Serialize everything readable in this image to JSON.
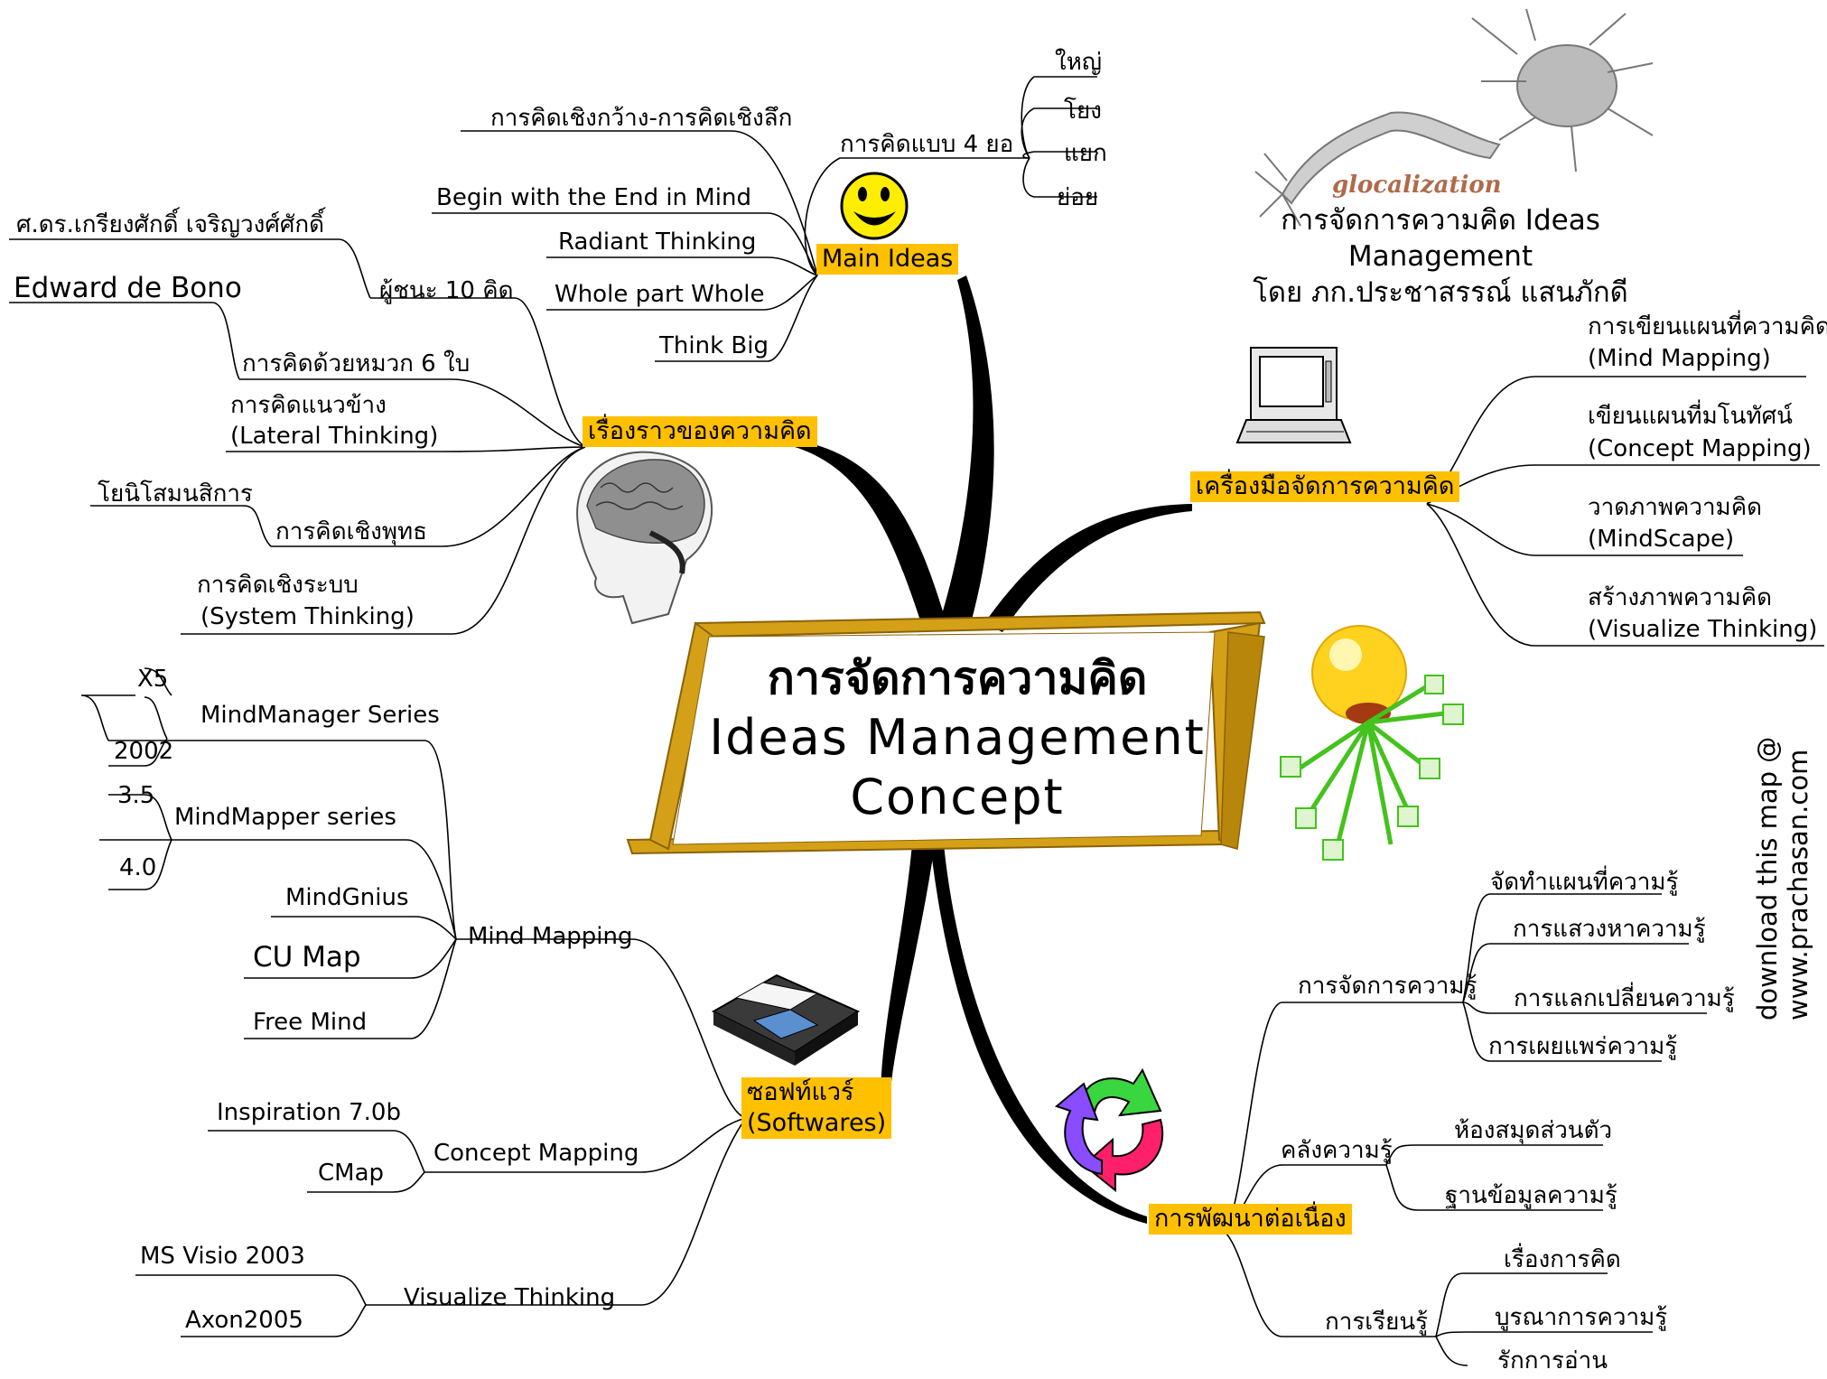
{
  "title": {
    "thai": "การจัดการความคิด",
    "english_1": "Ideas Management",
    "english_2": "Concept"
  },
  "caption": {
    "line1": "การจัดการความคิด Ideas Management",
    "line2": "โดย ภก.ประชาสรรณ์ แสนภักดี",
    "logo_word": "glocalization"
  },
  "download": {
    "line1": "download this map @",
    "line2": "www.prachasan.com"
  },
  "main_ideas": {
    "header": "Main Ideas",
    "four_ways": "การคิดแบบ 4 ยอ",
    "four_items": [
      "ใหญ่",
      "โยง",
      "แยก",
      "ย่อย"
    ],
    "children": [
      "การคิดเชิงกว้าง-การคิดเชิงลึก",
      "Begin with the End in Mind",
      "Radiant Thinking",
      "Whole part Whole",
      "Think Big"
    ]
  },
  "story": {
    "header": "เรื่องราวของความคิด",
    "winner": "ผู้ชนะ 10 คิด",
    "winner_author": "ศ.ดร.เกรียงศักดิ์ เจริญวงศ์ศักดิ์",
    "hats": "การคิดด้วยหมวก 6 ใบ",
    "hats_author": "Edward de Bono",
    "lateral_1": "การคิดแนวข้าง",
    "lateral_2": "(Lateral Thinking)",
    "buddhist": "การคิดเชิงพุทธ",
    "buddhist_child": "โยนิโสมนสิการ",
    "system_1": "การคิดเชิงระบบ",
    "system_2": "(System Thinking)"
  },
  "tools": {
    "header": "เครื่องมือจัดการความคิด",
    "items": [
      {
        "l1": "การเขียนแผนที่ความคิด",
        "l2": "(Mind Mapping)"
      },
      {
        "l1": "เขียนแผนที่มโนทัศน์",
        "l2": "(Concept Mapping)"
      },
      {
        "l1": "วาดภาพความคิด",
        "l2": "(MindScape)"
      },
      {
        "l1": "สร้างภาพความคิด",
        "l2": "(Visualize Thinking)"
      }
    ]
  },
  "software": {
    "header_1": "ซอฟท์แวร์",
    "header_2": "(Softwares)",
    "mind_mapping": "Mind Mapping",
    "mindmanager": "MindManager Series",
    "mindmanager_versions": [
      "X5",
      "2002"
    ],
    "mindmapper": "MindMapper series",
    "mindmapper_versions": [
      "3.5",
      "4.0"
    ],
    "mindgnius": "MindGnius",
    "cumap": "CU Map",
    "freemind": "Free Mind",
    "concept_mapping": "Concept Mapping",
    "inspiration": "Inspiration 7.0b",
    "cmap": "CMap",
    "visualize": "Visualize Thinking",
    "visio": "MS Visio 2003",
    "axon": "Axon2005"
  },
  "development": {
    "header": "การพัฒนาต่อเนื่อง",
    "km": "การจัดการความรู้",
    "km_items": [
      "จัดทำแผนที่ความรู้",
      "การแสวงหาความรู้",
      "การแลกเปลี่ยนความรู้",
      "การเผยแพร่ความรู้"
    ],
    "store": "คลังความรู้",
    "store_items": [
      "ห้องสมุดส่วนตัว",
      "ฐานข้อมูลความรู้"
    ],
    "learning": "การเรียนรู้",
    "learning_items": [
      "เรื่องการคิด",
      "บูรณาการความรู้",
      "รักการอ่าน"
    ]
  },
  "colors": {
    "header_bg": "#ffc000",
    "branch": "#000000",
    "frame_wood": "#d4a017",
    "frame_dark": "#8a6208",
    "bulb": "#ffd21f",
    "leaf_green": "#44c21d"
  },
  "icons": [
    "smiley-icon",
    "brain-icon",
    "laptop-icon",
    "lightbulb-icon",
    "floppy-disk-icon",
    "recycle-arrows-icon",
    "neuron-image"
  ]
}
